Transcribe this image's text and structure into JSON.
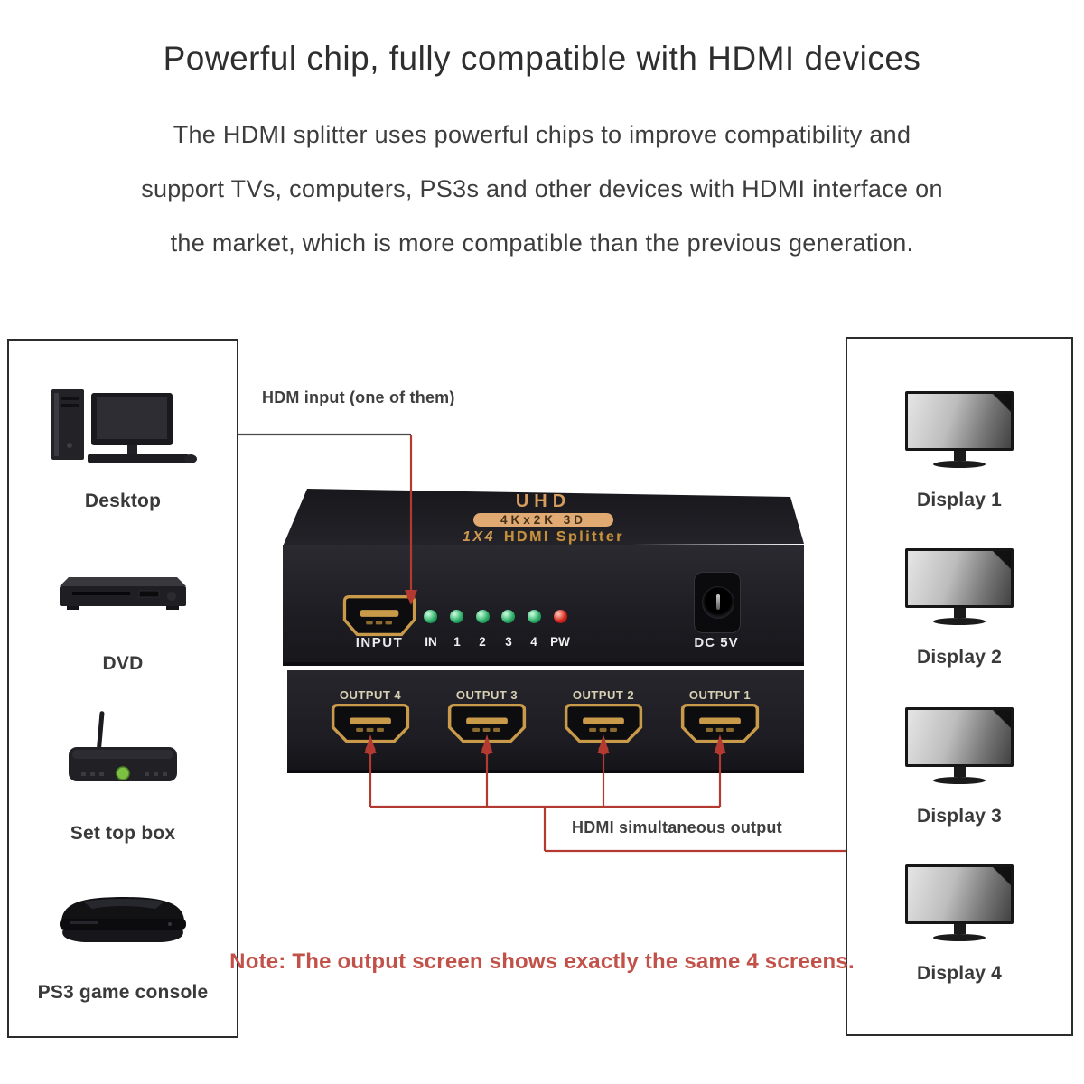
{
  "header": {
    "title": "Powerful chip, fully compatible with HDMI devices",
    "body_lines": [
      "The HDMI splitter uses powerful chips to improve compatibility and",
      "support TVs, computers, PS3s and other devices with HDMI interface on",
      "the market, which is more compatible than the previous generation."
    ]
  },
  "diagram": {
    "input_annotation": "HDM input (one of them)",
    "output_annotation": "HDMI simultaneous output",
    "note": "Note: The output screen shows exactly the same 4 screens.",
    "sources": [
      {
        "label": "Desktop",
        "icon": "desktop-computer-icon"
      },
      {
        "label": "DVD",
        "icon": "dvd-player-icon"
      },
      {
        "label": "Set top box",
        "icon": "set-top-box-icon"
      },
      {
        "label": "PS3 game console",
        "icon": "ps3-console-icon"
      }
    ],
    "displays": [
      {
        "label": "Display 1",
        "icon": "monitor-icon"
      },
      {
        "label": "Display 2",
        "icon": "monitor-icon"
      },
      {
        "label": "Display 3",
        "icon": "monitor-icon"
      },
      {
        "label": "Display 4",
        "icon": "monitor-icon"
      }
    ],
    "device": {
      "brand": "UHD",
      "badge": "4Kx2K 3D",
      "model_prefix": "1X4",
      "model_name": "HDMI Splitter",
      "input_label": "INPUT",
      "led_labels": [
        "IN",
        "1",
        "2",
        "3",
        "4",
        "PW"
      ],
      "led_colors": [
        "green",
        "green",
        "green",
        "green",
        "green",
        "red"
      ],
      "power_label": "DC 5V",
      "output_labels": [
        "OUTPUT 4",
        "OUTPUT 3",
        "OUTPUT 2",
        "OUTPUT 1"
      ]
    },
    "colors": {
      "wire_red": "#b23a30",
      "wire_gray": "#4a4a4a",
      "note_red": "#c25149",
      "gold": "#c89a4a",
      "badge_fill": "#e0aa72",
      "brand_gold": "#d69c5e",
      "led_green": "#1fa05c",
      "led_red": "#d3271b"
    }
  }
}
